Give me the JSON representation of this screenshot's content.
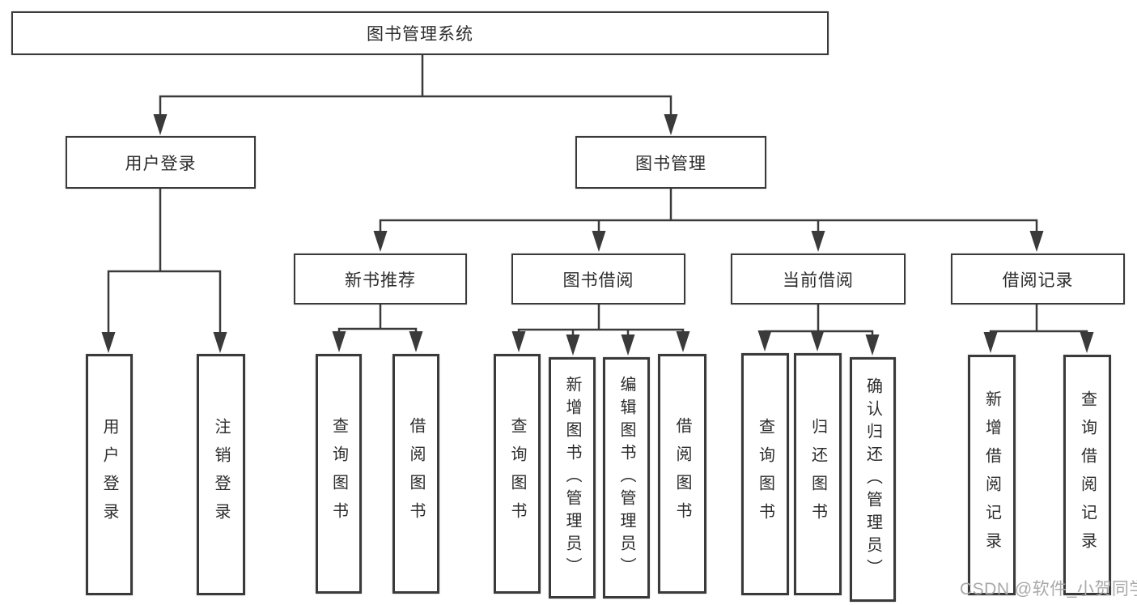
{
  "nodes": {
    "root": "图书管理系统",
    "user_login": "用户登录",
    "book_mgmt": "图书管理",
    "login": "用户登录",
    "logout": "注销登录",
    "new_books": "新书推荐",
    "book_borrow": "图书借阅",
    "current_borrow": "当前借阅",
    "borrow_records": "借阅记录",
    "nb_query": "查询图书",
    "nb_borrow": "借阅图书",
    "bb_query": "查询图书",
    "bb_add": "新增图书（管理员）",
    "bb_edit": "编辑图书（管理员）",
    "bb_borrow": "借阅图书",
    "cb_query": "查询图书",
    "cb_return": "归还图书",
    "cb_confirm": "确认归还（管理员）",
    "rc_add": "新增借阅记录",
    "rc_query": "查询借阅记录"
  },
  "watermark": "CSDN @软件_小贺同学",
  "colors": {
    "line": "#3a3a3a",
    "text": "#2c2c2c",
    "box_background": "#ffffff",
    "watermark": "#a9a9a9",
    "page_background": "#ffffff"
  }
}
